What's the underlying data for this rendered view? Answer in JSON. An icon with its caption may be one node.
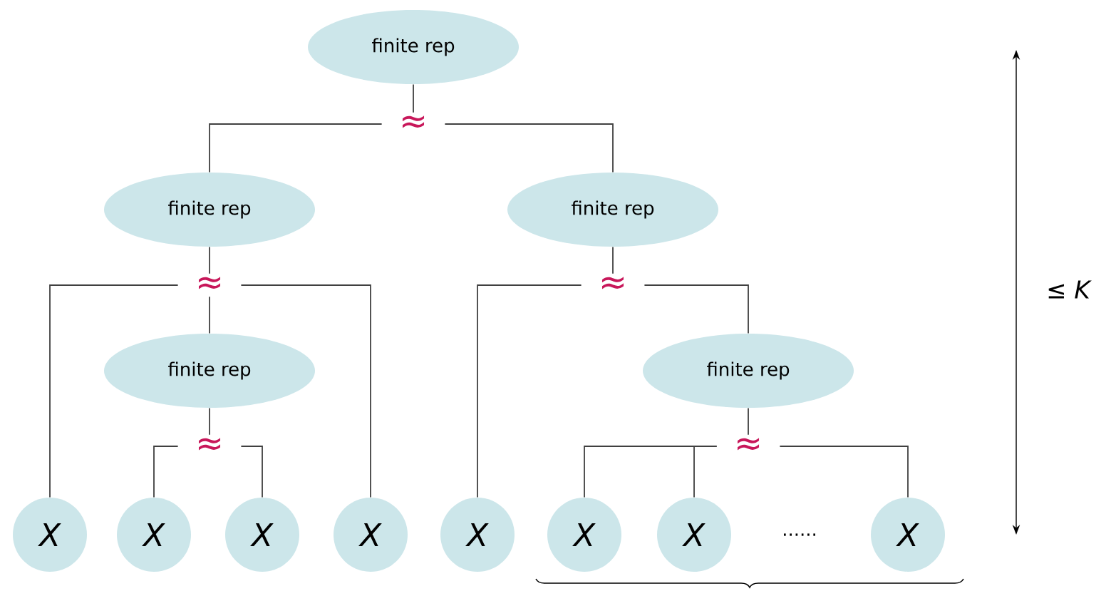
{
  "diagram": {
    "nodes": [
      {
        "text": [
          "finite rep"
        ]
      },
      {
        "text": [
          "≈"
        ]
      },
      {
        "text": [
          "finite rep"
        ]
      },
      {
        "text": [
          "finite rep"
        ]
      },
      {
        "text": [
          "≈"
        ]
      },
      {
        "text": [
          "≈"
        ]
      },
      {
        "text": [
          "finite rep"
        ]
      },
      {
        "text": [
          "finite rep"
        ]
      },
      {
        "text": [
          "≈"
        ]
      },
      {
        "text": [
          "≈"
        ]
      },
      {
        "text": [
          "X"
        ]
      },
      {
        "text": [
          "X"
        ]
      },
      {
        "text": [
          "X"
        ]
      },
      {
        "text": [
          "X"
        ]
      },
      {
        "text": [
          "X"
        ]
      },
      {
        "text": [
          "X"
        ]
      },
      {
        "text": [
          "X"
        ]
      },
      {
        "text": [
          "X"
        ]
      }
    ],
    "edges": [
      {
        "from": 0,
        "to": 1,
        "arrow": "none"
      },
      {
        "from": 1,
        "to": 2,
        "arrow": "none"
      },
      {
        "from": 1,
        "to": 3,
        "arrow": "none"
      },
      {
        "from": 2,
        "to": 4,
        "arrow": "none"
      },
      {
        "from": 3,
        "to": 5,
        "arrow": "none"
      },
      {
        "from": 4,
        "to": 10,
        "arrow": "none"
      },
      {
        "from": 4,
        "to": 6,
        "arrow": "none"
      },
      {
        "from": 4,
        "to": 13,
        "arrow": "none"
      },
      {
        "from": 6,
        "to": 8,
        "arrow": "none"
      },
      {
        "from": 8,
        "to": 11,
        "arrow": "none"
      },
      {
        "from": 8,
        "to": 12,
        "arrow": "none"
      },
      {
        "from": 5,
        "to": 14,
        "arrow": "none"
      },
      {
        "from": 5,
        "to": 7,
        "arrow": "none"
      },
      {
        "from": 7,
        "to": 9,
        "arrow": "none"
      },
      {
        "from": 9,
        "to": 15,
        "arrow": "none"
      },
      {
        "from": 9,
        "to": 16,
        "arrow": "none"
      },
      {
        "from": 9,
        "to": 17,
        "arrow": "none"
      }
    ],
    "labels": [
      "......",
      "≤ *K*"
    ]
  }
}
